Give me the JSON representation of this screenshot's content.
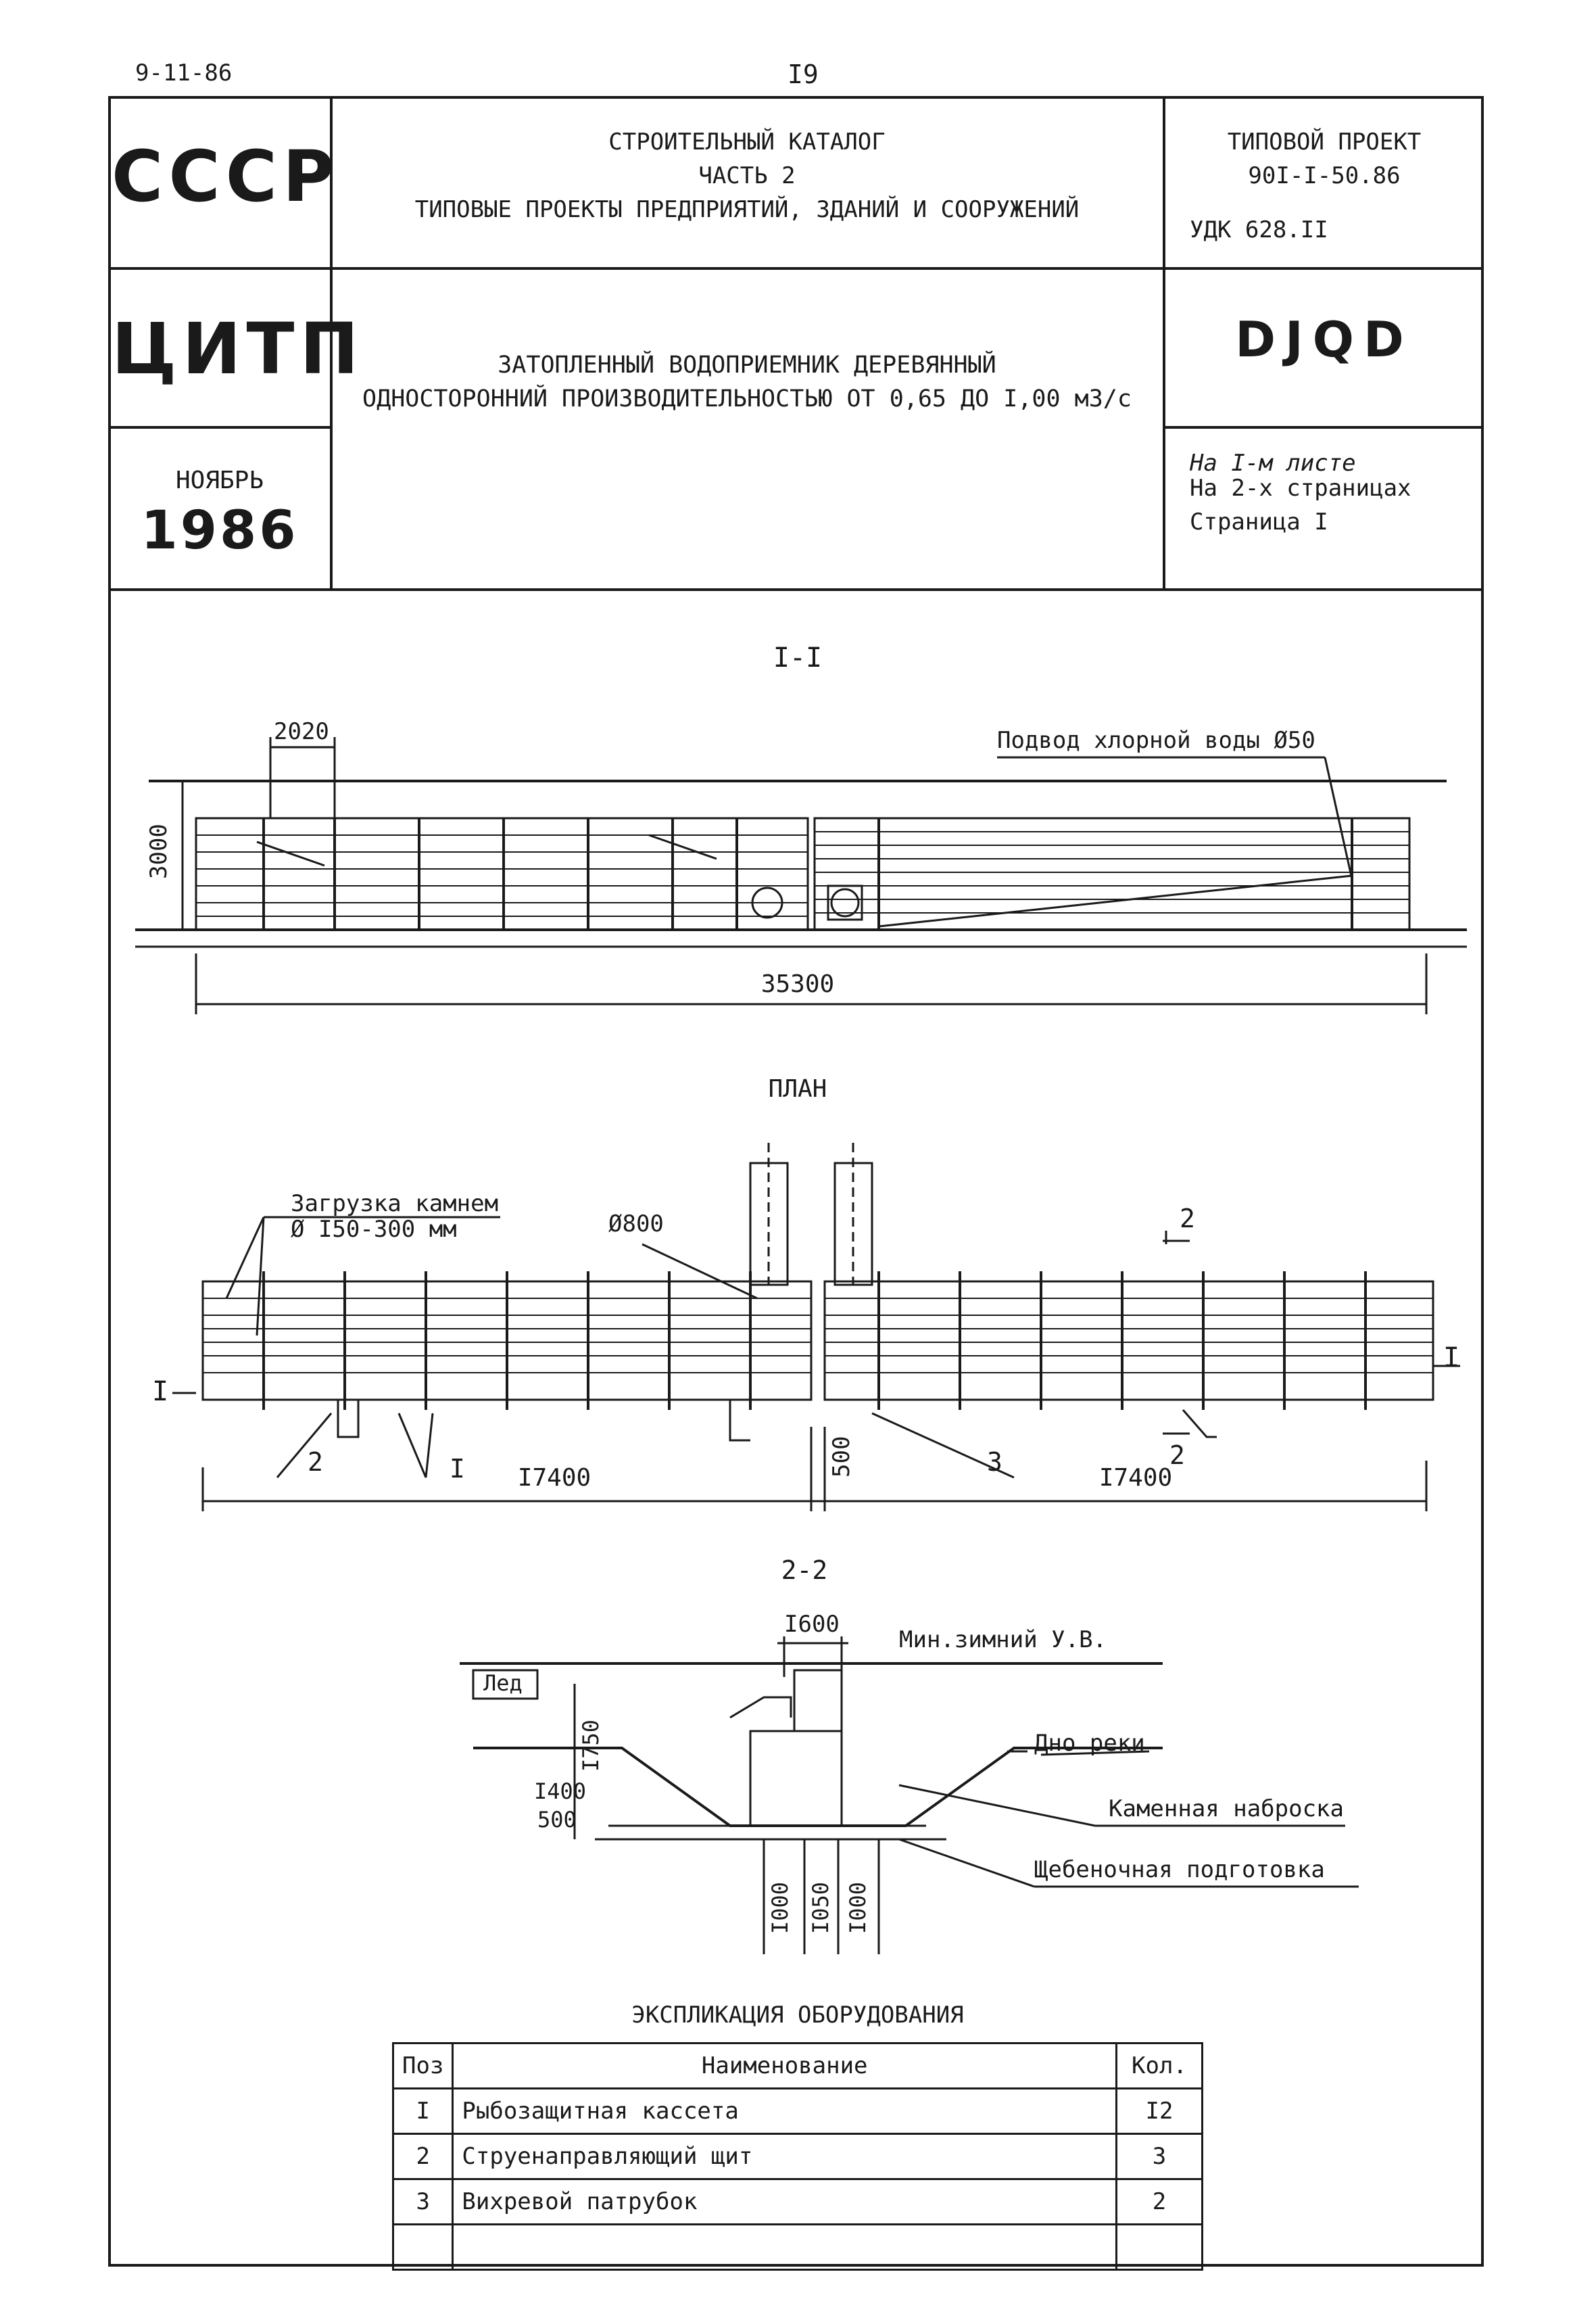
{
  "page": {
    "date_code": "9-11-86",
    "page_number": "I9"
  },
  "title_block": {
    "org1": "СССР",
    "org2": "ЦИТП",
    "month": "НОЯБРЬ",
    "year": "1986",
    "catalog_line1": "СТРОИТЕЛЬНЫЙ КАТАЛОГ",
    "catalog_line2": "ЧАСТЬ 2",
    "catalog_line3": "ТИПОВЫЕ ПРОЕКТЫ ПРЕДПРИЯТИЙ, ЗДАНИЙ И СООРУЖЕНИЙ",
    "title_line1": "ЗАТОПЛЕННЫЙ ВОДОПРИЕМНИК ДЕРЕВЯННЫЙ",
    "title_line2": "ОДНОСТОРОННИЙ ПРОИЗВОДИТЕЛЬНОСТЬЮ ОТ 0,65 ДО I,00 м3/с",
    "project_label": "ТИПОВОЙ ПРОЕКТ",
    "project_number": "90I-I-50.86",
    "udk": "УДК 628.II",
    "code": "DJQD",
    "sheets": "На I-м листе",
    "pages": "На 2-х страницах",
    "page_ref": "Страница I"
  },
  "section_1": {
    "title": "I-I",
    "dim_top": "2020",
    "dim_height": "3000",
    "dim_length": "35300",
    "note": "Подвод хлорной воды Ø50"
  },
  "plan": {
    "title": "ПЛАН",
    "note_line1": "Загрузка камнем",
    "note_line2": "Ø I50-300 мм",
    "dia": "Ø800",
    "dim_left": "I7400",
    "dim_right": "I7400",
    "dim_gap": "500",
    "section_mark_left": "I",
    "section_mark_right": "I",
    "section_mark_2_top": "2",
    "section_mark_2_bottom": "2",
    "callout_2": "2",
    "callout_1": "I",
    "callout_3": "3"
  },
  "section_2": {
    "title": "2-2",
    "dim_width": "I600",
    "water_level": "Мин.зимний У.В.",
    "ice": "Лед",
    "dim_1750": "I750",
    "dim_1400": "I400",
    "dim_500": "500",
    "river_bed": "Дно реки",
    "rock_fill": "Каменная наброска",
    "gravel": "Щебеночная подготовка",
    "dim_b1": "I000",
    "dim_b2": "I050",
    "dim_b3": "I000"
  },
  "equipment": {
    "title": "ЭКСПЛИКАЦИЯ ОБОРУДОВАНИЯ",
    "headers": [
      "Поз",
      "Наименование",
      "Кол."
    ],
    "rows": [
      {
        "pos": "I",
        "name": "Рыбозащитная кассета",
        "qty": "I2"
      },
      {
        "pos": "2",
        "name": "Струенаправляющий щит",
        "qty": "3"
      },
      {
        "pos": "3",
        "name": "Вихревой патрубок",
        "qty": "2"
      }
    ]
  }
}
